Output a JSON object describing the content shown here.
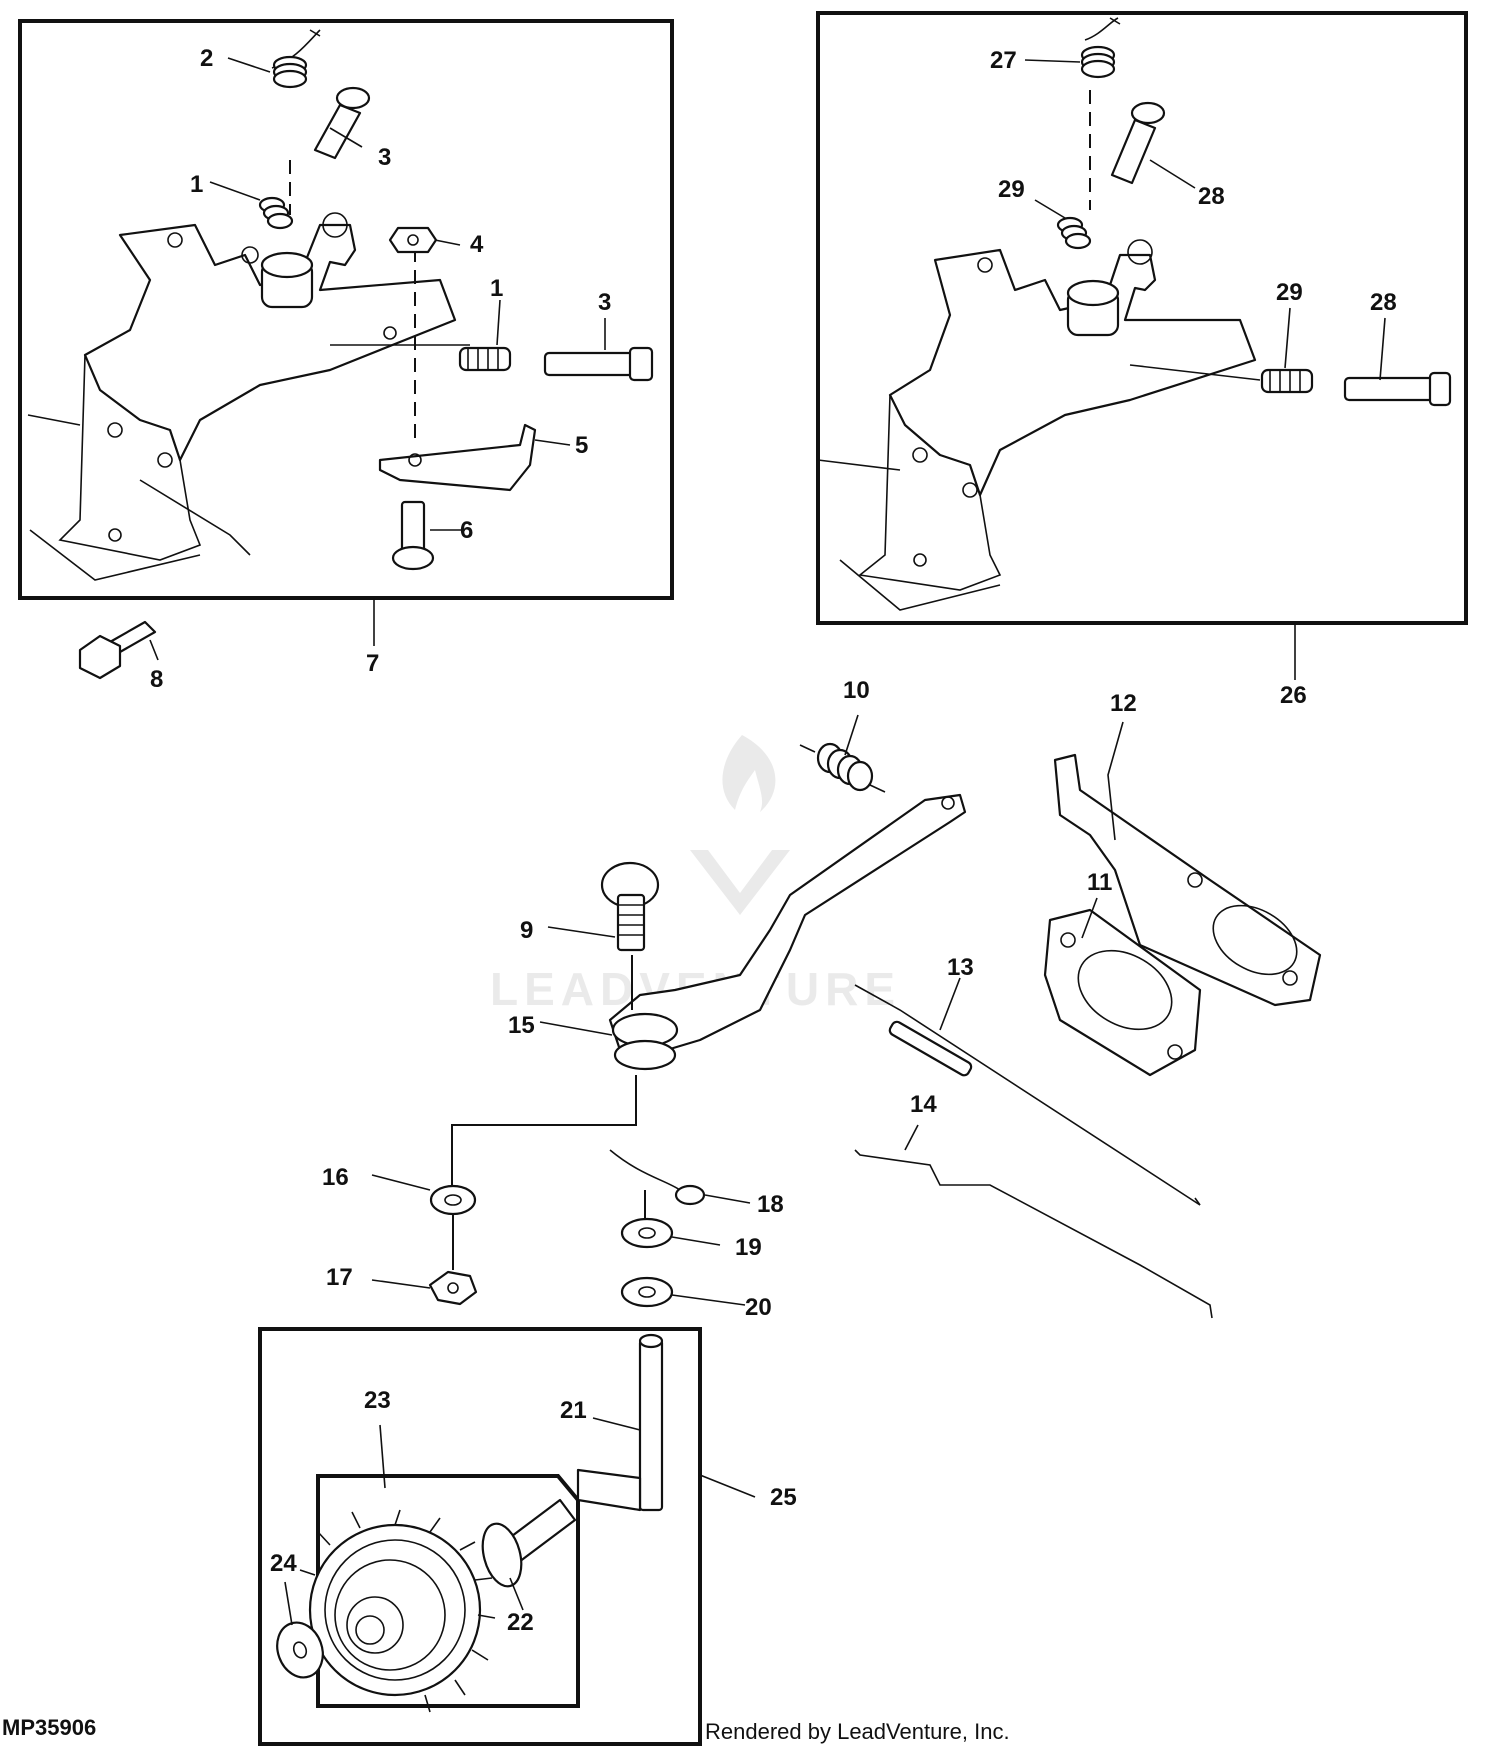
{
  "diagram": {
    "figure_id": "MP35906",
    "credit": "Rendered by LeadVenture, Inc.",
    "watermark": "LEADVENTURE",
    "callouts": [
      {
        "key": "c1a",
        "label": "1"
      },
      {
        "key": "c2",
        "label": "2"
      },
      {
        "key": "c3a",
        "label": "3"
      },
      {
        "key": "c1b",
        "label": "1"
      },
      {
        "key": "c3b",
        "label": "3"
      },
      {
        "key": "c4",
        "label": "4"
      },
      {
        "key": "c5",
        "label": "5"
      },
      {
        "key": "c6",
        "label": "6"
      },
      {
        "key": "c7",
        "label": "7"
      },
      {
        "key": "c8",
        "label": "8"
      },
      {
        "key": "c27",
        "label": "27"
      },
      {
        "key": "c28a",
        "label": "28"
      },
      {
        "key": "c29a",
        "label": "29"
      },
      {
        "key": "c29b",
        "label": "29"
      },
      {
        "key": "c28b",
        "label": "28"
      },
      {
        "key": "c26",
        "label": "26"
      },
      {
        "key": "c10",
        "label": "10"
      },
      {
        "key": "c12",
        "label": "12"
      },
      {
        "key": "c11",
        "label": "11"
      },
      {
        "key": "c9",
        "label": "9"
      },
      {
        "key": "c13",
        "label": "13"
      },
      {
        "key": "c15",
        "label": "15"
      },
      {
        "key": "c14",
        "label": "14"
      },
      {
        "key": "c16",
        "label": "16"
      },
      {
        "key": "c18",
        "label": "18"
      },
      {
        "key": "c19",
        "label": "19"
      },
      {
        "key": "c17",
        "label": "17"
      },
      {
        "key": "c20",
        "label": "20"
      },
      {
        "key": "c23",
        "label": "23"
      },
      {
        "key": "c21",
        "label": "21"
      },
      {
        "key": "c25",
        "label": "25"
      },
      {
        "key": "c24",
        "label": "24"
      },
      {
        "key": "c22",
        "label": "22"
      }
    ]
  }
}
